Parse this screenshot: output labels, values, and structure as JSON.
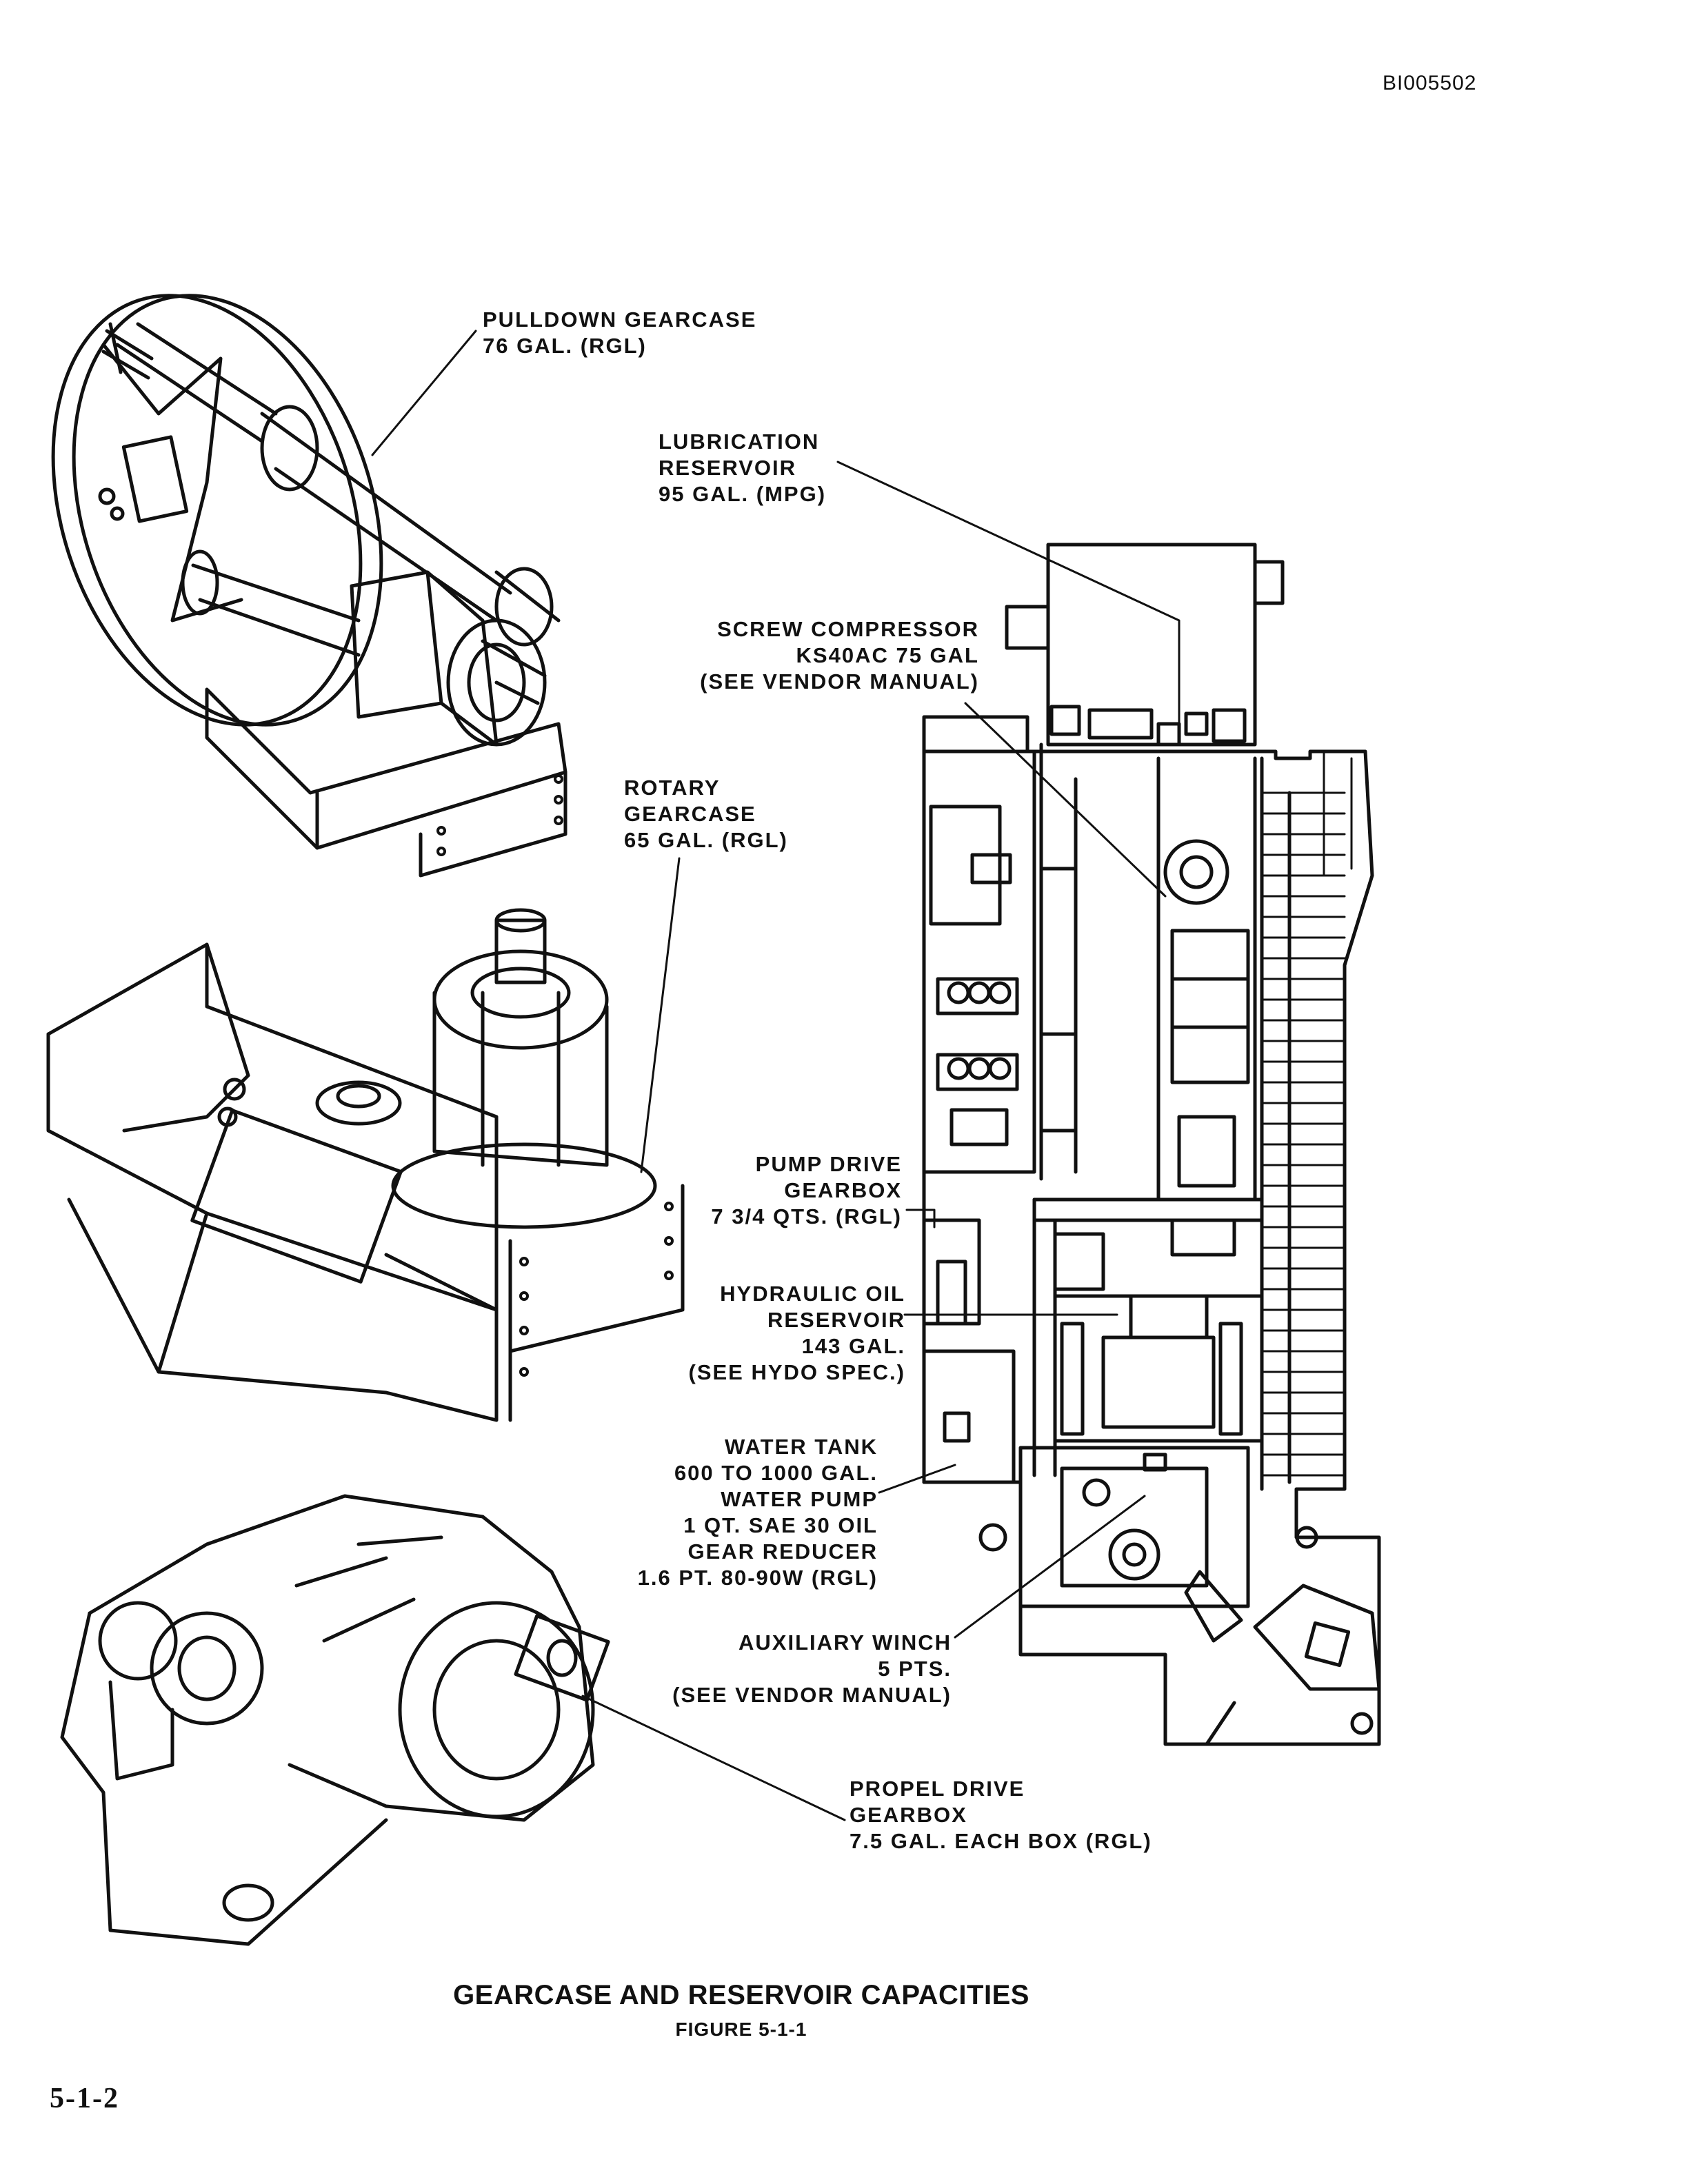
{
  "document_id": "BI005502",
  "callouts": {
    "pulldown_gearcase": [
      "PULLDOWN GEARCASE",
      "76 GAL. (RGL)"
    ],
    "lubrication_reservoir": [
      "LUBRICATION",
      "RESERVOIR",
      "95 GAL. (MPG)"
    ],
    "screw_compressor": [
      "SCREW COMPRESSOR",
      "KS40AC 75 GAL",
      "(SEE VENDOR MANUAL)"
    ],
    "rotary_gearcase": [
      "ROTARY",
      "GEARCASE",
      "65 GAL. (RGL)"
    ],
    "pump_drive_gearbox": [
      "PUMP DRIVE",
      "GEARBOX",
      "7 3/4 QTS. (RGL)"
    ],
    "hydraulic_oil_reservoir": [
      "HYDRAULIC OIL",
      "RESERVOIR",
      "143 GAL.",
      "(SEE HYDO SPEC.)"
    ],
    "water_tank": [
      "WATER TANK",
      "600 TO 1000 GAL.",
      "WATER PUMP",
      "1 QT. SAE 30 OIL",
      "GEAR REDUCER",
      "1.6 PT. 80-90W (RGL)"
    ],
    "auxiliary_winch": [
      "AUXILIARY WINCH",
      "5 PTS.",
      "(SEE VENDOR MANUAL)"
    ],
    "propel_drive_gearbox": [
      "PROPEL DRIVE",
      "GEARBOX",
      "7.5 GAL. EACH BOX (RGL)"
    ]
  },
  "figure": {
    "title": "GEARCASE AND RESERVOIR CAPACITIES",
    "number": "FIGURE 5-1-1"
  },
  "page_number": "5-1-2",
  "colors": {
    "ink": "#111111",
    "paper": "#ffffff"
  }
}
